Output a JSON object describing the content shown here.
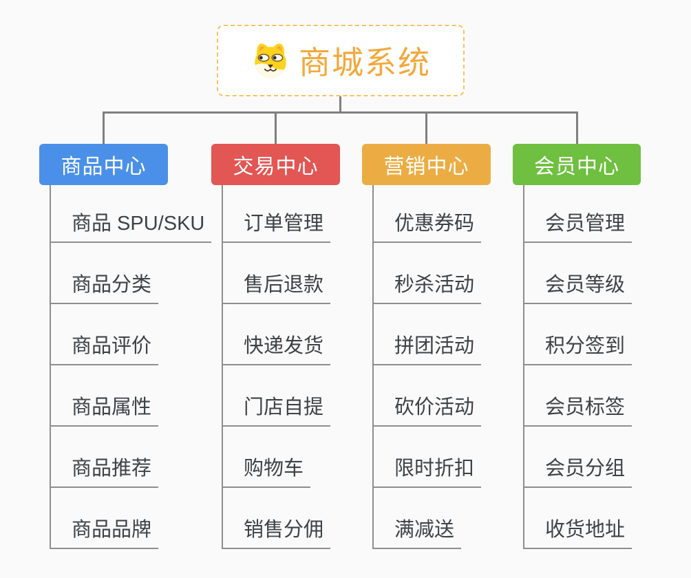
{
  "page": {
    "background": "#fafafa"
  },
  "root_node": {
    "title": "商城系统",
    "icon": "dog-face-icon",
    "title_color": "#f2a83b",
    "border_color": "#f6c162"
  },
  "connector_color": "#7f7f7f",
  "leaf_line_color": "#8d8d8d",
  "branches": [
    {
      "label": "商品中心",
      "color": "#4a90e8",
      "children": [
        "商品 SPU/SKU",
        "商品分类",
        "商品评价",
        "商品属性",
        "商品推荐",
        "商品品牌"
      ]
    },
    {
      "label": "交易中心",
      "color": "#e25653",
      "children": [
        "订单管理",
        "售后退款",
        "快递发货",
        "门店自提",
        "购物车",
        "销售分佣"
      ]
    },
    {
      "label": "营销中心",
      "color": "#ebad43",
      "children": [
        "优惠券码",
        "秒杀活动",
        "拼团活动",
        "砍价活动",
        "限时折扣",
        "满减送"
      ]
    },
    {
      "label": "会员中心",
      "color": "#6fbf40",
      "children": [
        "会员管理",
        "会员等级",
        "积分签到",
        "会员标签",
        "会员分组",
        "收货地址"
      ]
    }
  ]
}
